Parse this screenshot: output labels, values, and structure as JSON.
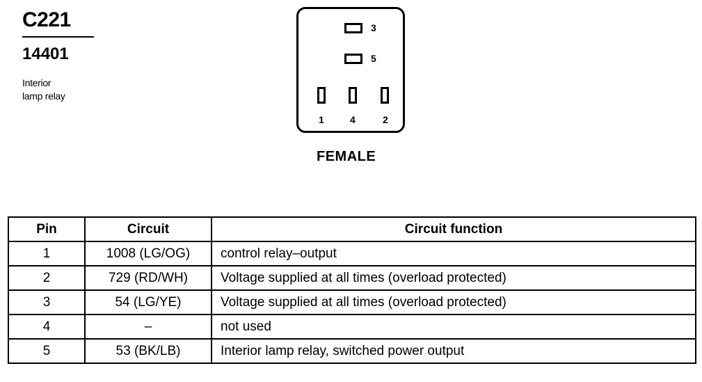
{
  "connector": {
    "id": "C221",
    "part_number": "14401",
    "description_lines": [
      "Interior",
      "lamp relay"
    ],
    "view": "FEMALE",
    "pin_labels": {
      "p3": "3",
      "p5": "5",
      "p1": "1",
      "p4": "4",
      "p2": "2"
    }
  },
  "table": {
    "headers": {
      "pin": "Pin",
      "circuit": "Circuit",
      "function": "Circuit function"
    },
    "rows": [
      {
        "pin": "1",
        "circuit": "1008 (LG/OG)",
        "function": "control relay–output"
      },
      {
        "pin": "2",
        "circuit": "729 (RD/WH)",
        "function": "Voltage supplied at all times (overload protected)"
      },
      {
        "pin": "3",
        "circuit": "54 (LG/YE)",
        "function": "Voltage supplied at all times (overload protected)"
      },
      {
        "pin": "4",
        "circuit": "–",
        "function": "not used"
      },
      {
        "pin": "5",
        "circuit": "53 (BK/LB)",
        "function": "Interior lamp relay, switched power output"
      }
    ]
  }
}
